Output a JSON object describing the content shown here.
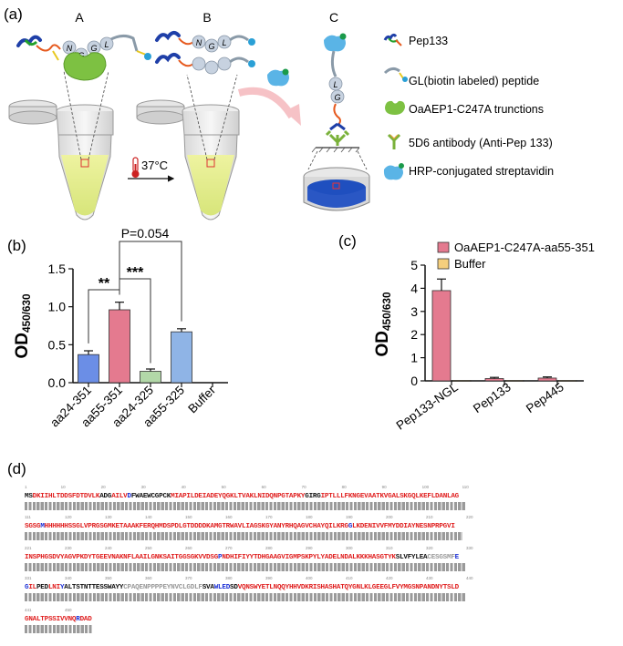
{
  "panels": {
    "a": "(a)",
    "b": "(b)",
    "c": "(c)",
    "d": "(d)"
  },
  "schematic": {
    "steps": [
      "A",
      "B",
      "C"
    ],
    "temperature": "37°C",
    "peptide_letters_a": [
      "N",
      "G",
      "G",
      "L"
    ],
    "peptide_letters_b": [
      "N",
      "G",
      "L"
    ],
    "peptide_letters_c": [
      "L",
      "G"
    ],
    "legend": [
      {
        "icon": "pep133-icon",
        "label": "Pep133"
      },
      {
        "icon": "gl-peptide-icon",
        "label": "GL(biotin labeled) peptide"
      },
      {
        "icon": "oaaep1-enzyme-icon",
        "label": "OaAEP1-C247A trunctions"
      },
      {
        "icon": "antibody-icon",
        "label": "5D6 antibody (Anti-Pep 133)"
      },
      {
        "icon": "streptavidin-icon",
        "label": "HRP-conjugated streptavidin"
      }
    ],
    "colors": {
      "enzyme": "#7dc142",
      "solution": "#e9ef9a",
      "well": "#1f4fbf",
      "streptavidin": "#5ab4e6"
    }
  },
  "chart_data": [
    {
      "type": "bar",
      "panel": "b",
      "categories": [
        "aa24-351",
        "aa55-351",
        "aa24-325",
        "aa55-325",
        "Buffer"
      ],
      "values": [
        0.37,
        0.96,
        0.15,
        0.67,
        0.0
      ],
      "errors": [
        0.05,
        0.1,
        0.03,
        0.04,
        0.0
      ],
      "colors": [
        "#6b8ee6",
        "#e47a8f",
        "#b2d8a8",
        "#8fb4e6",
        "#cccccc"
      ],
      "ylabel": "OD450/630",
      "ylabel_main": "OD",
      "ylabel_sub": "450/630",
      "ylim": [
        0,
        1.5
      ],
      "yticks": [
        "0.0",
        "0.5",
        "1.0",
        "1.5"
      ],
      "significance": [
        {
          "from": 0,
          "to": 1,
          "label": "**"
        },
        {
          "from": 1,
          "to": 2,
          "label": "***"
        },
        {
          "from": 1,
          "to": 3,
          "label": "P=0.054"
        }
      ]
    },
    {
      "type": "bar",
      "panel": "c",
      "categories": [
        "Pep133-NGL",
        "Pep133",
        "Pep445"
      ],
      "series": [
        {
          "name": "OaAEP1-C247A-aa55-351",
          "values": [
            3.9,
            0.1,
            0.12
          ],
          "errors": [
            0.5,
            0.05,
            0.05
          ],
          "color": "#e47a8f"
        },
        {
          "name": "Buffer",
          "values": [
            0.02,
            0.02,
            0.02
          ],
          "errors": [
            0,
            0,
            0
          ],
          "color": "#f5cf7d"
        }
      ],
      "ylabel": "OD450/630",
      "ylabel_main": "OD",
      "ylabel_sub": "450/630",
      "ylim": [
        0,
        5
      ],
      "yticks": [
        "0",
        "1",
        "2",
        "3",
        "4",
        "5"
      ],
      "legend_position": "top-right"
    }
  ],
  "sequence": {
    "lines": [
      {
        "ticks": [
          "1",
          "10",
          "20",
          "30",
          "40",
          "50",
          "60",
          "70",
          "80",
          "90",
          "100",
          "110"
        ],
        "segments": [
          {
            "t": "MS",
            "c": "k"
          },
          {
            "t": "DKIIHLTDDSFDTDVLK",
            "c": "r"
          },
          {
            "t": "ADG",
            "c": "k"
          },
          {
            "t": "AILV",
            "c": "r"
          },
          {
            "t": "D",
            "c": "b"
          },
          {
            "t": "FWAEWCGPCK",
            "c": "k"
          },
          {
            "t": "MIAPILDEIADEYQGKLTVAKLNIDQNPGTAPKY",
            "c": "r"
          },
          {
            "t": "GIRG",
            "c": "k"
          },
          {
            "t": "IPTLLLFKNGEVAATKVGALSKGQLKEF",
            "c": "r"
          },
          {
            "t": "LDANLAG",
            "c": "r"
          }
        ]
      },
      {
        "ticks": [
          "111",
          "120",
          "130",
          "140",
          "150",
          "160",
          "170",
          "180",
          "190",
          "200",
          "210",
          "220"
        ],
        "segments": [
          {
            "t": "SGSG",
            "c": "r"
          },
          {
            "t": "M",
            "c": "b"
          },
          {
            "t": "HHHHHHSSGLVPRGSGMKETAAAKFERQHMDSPDLGTDDDDKAMGTRWAVLIAGSKGYANYRHQAGVCHAYQILKRG",
            "c": "r"
          },
          {
            "t": "G",
            "c": "b"
          },
          {
            "t": "LKDENIVVFMYDDIAYNESNPRPGVI",
            "c": "r"
          }
        ]
      },
      {
        "ticks": [
          "221",
          "230",
          "240",
          "250",
          "260",
          "270",
          "280",
          "290",
          "300",
          "310",
          "320",
          "330"
        ],
        "segments": [
          {
            "t": "INSPHGSDVYAGVPKDYTGEEVNAKNFLAAILGNKSAITGGSGKVVDSG",
            "c": "r"
          },
          {
            "t": "P",
            "c": "b"
          },
          {
            "t": "NDHIFIYYTDHGAAGVIGMPSKPYLYADELNDALKKKHASGTYK",
            "c": "r"
          },
          {
            "t": "SLVFYLEA",
            "c": "k"
          },
          {
            "t": "CESGSMF",
            "c": "g"
          },
          {
            "t": "E",
            "c": "b"
          }
        ]
      },
      {
        "ticks": [
          "331",
          "340",
          "350",
          "360",
          "370",
          "380",
          "390",
          "400",
          "410",
          "420",
          "430",
          "440"
        ],
        "segments": [
          {
            "t": "G",
            "c": "b"
          },
          {
            "t": "IL",
            "c": "r"
          },
          {
            "t": "PED",
            "c": "k"
          },
          {
            "t": "LNI",
            "c": "r"
          },
          {
            "t": "Y",
            "c": "b"
          },
          {
            "t": "ALTSTNTTESSWAYY",
            "c": "k"
          },
          {
            "t": "CPAQENPPPPEYNVCLGDLF",
            "c": "g"
          },
          {
            "t": "SVA",
            "c": "k"
          },
          {
            "t": "WLED",
            "c": "b"
          },
          {
            "t": "SD",
            "c": "k"
          },
          {
            "t": "VQNSWYETLNQQYHHVDKRISHASHATQYGNLKLGEEGLFVYMGSNPANDNYTSLD",
            "c": "r"
          }
        ]
      },
      {
        "ticks": [
          "441",
          "450"
        ],
        "segments": [
          {
            "t": "GNALTPSSIVVNQ",
            "c": "r"
          },
          {
            "t": "R",
            "c": "b"
          },
          {
            "t": "DAD",
            "c": "r"
          }
        ]
      }
    ],
    "colors": {
      "r": "#e02020",
      "b": "#1a2fd6",
      "k": "#111111",
      "g": "#9a9a9a"
    }
  }
}
